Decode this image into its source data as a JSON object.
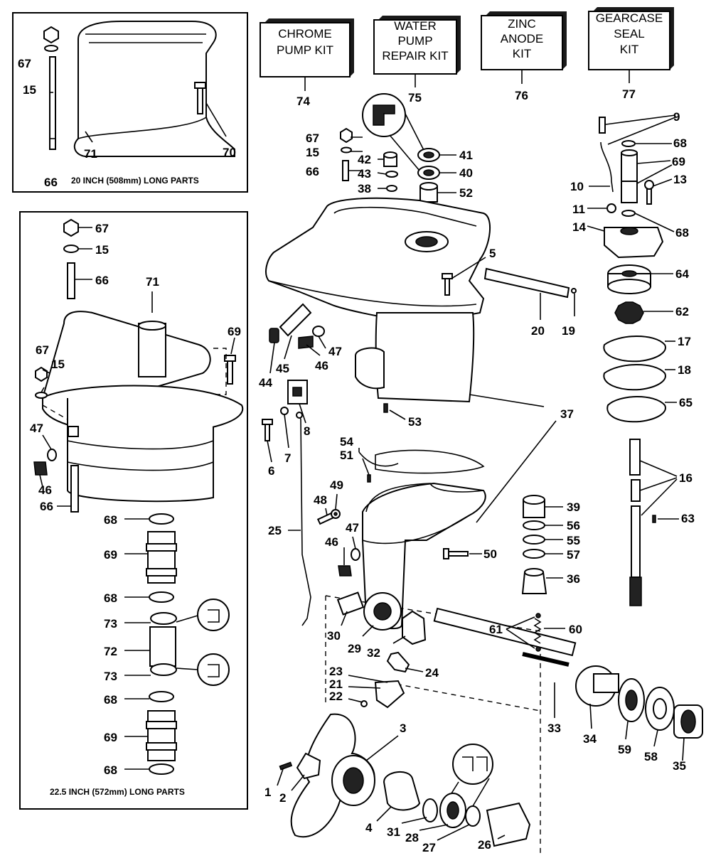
{
  "boxes": {
    "top_caption": "20 INCH (508mm) LONG PARTS",
    "left_caption": "22.5 INCH (572mm) LONG PARTS"
  },
  "kits": [
    {
      "lines": [
        "CHROME",
        "PUMP KIT"
      ],
      "number": "74"
    },
    {
      "lines": [
        "WATER",
        "PUMP",
        "REPAIR KIT"
      ],
      "number": "75"
    },
    {
      "lines": [
        "ZINC",
        "ANODE",
        "KIT"
      ],
      "number": "76"
    },
    {
      "lines": [
        "GEARCASE",
        "SEAL",
        "KIT"
      ],
      "number": "77"
    }
  ],
  "callouts": {
    "top_box": [
      "67",
      "15",
      "66",
      "71",
      "70"
    ],
    "left_box": [
      "67",
      "15",
      "66",
      "71",
      "69",
      "67",
      "15",
      "47",
      "46",
      "66",
      "68",
      "69",
      "68",
      "73",
      "72",
      "73",
      "68",
      "69",
      "68"
    ],
    "main": [
      "67",
      "15",
      "66",
      "42",
      "43",
      "38",
      "41",
      "40",
      "52",
      "5",
      "20",
      "19",
      "44",
      "45",
      "46",
      "47",
      "8",
      "6",
      "7",
      "53",
      "37",
      "54",
      "51",
      "48",
      "49",
      "25",
      "46",
      "47",
      "50",
      "30",
      "29",
      "32",
      "24",
      "23",
      "21",
      "22",
      "61",
      "60",
      "33",
      "34",
      "59",
      "58",
      "35",
      "3",
      "1",
      "2",
      "4",
      "31",
      "28",
      "27",
      "26"
    ],
    "right": [
      "9",
      "68",
      "69",
      "10",
      "13",
      "11",
      "14",
      "68",
      "64",
      "62",
      "17",
      "18",
      "65",
      "16",
      "39",
      "56",
      "55",
      "57",
      "63",
      "36"
    ]
  }
}
